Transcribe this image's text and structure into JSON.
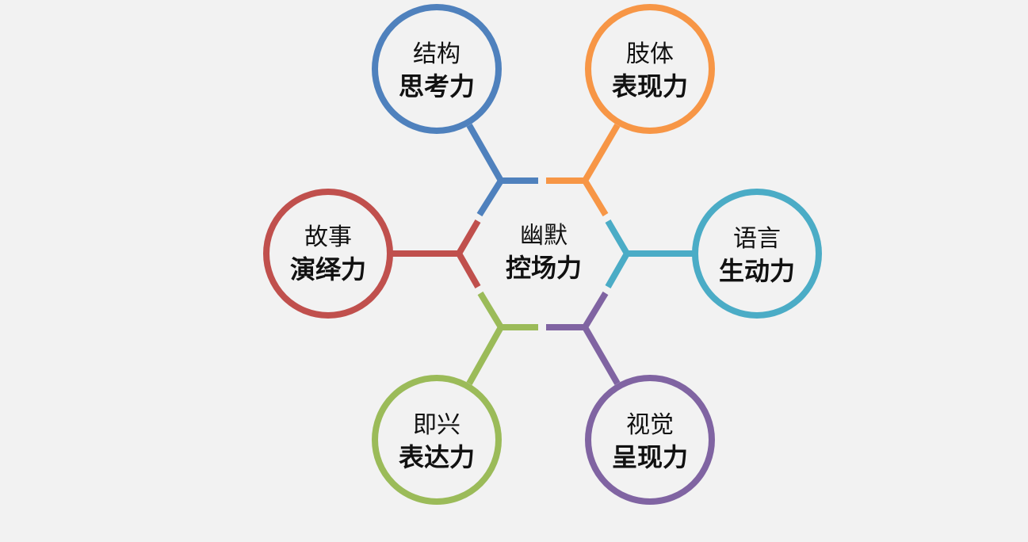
{
  "center": {
    "line1": "幽默",
    "line2": "控场力"
  },
  "nodes": [
    {
      "id": "structure",
      "line1": "结构",
      "line2": "思考力",
      "color": "#4f81bd"
    },
    {
      "id": "body",
      "line1": "肢体",
      "line2": "表现力",
      "color": "#f79646"
    },
    {
      "id": "language",
      "line1": "语言",
      "line2": "生动力",
      "color": "#4bacc6"
    },
    {
      "id": "visual",
      "line1": "视觉",
      "line2": "呈现力",
      "color": "#8064a2"
    },
    {
      "id": "improv",
      "line1": "即兴",
      "line2": "表达力",
      "color": "#9bbb59"
    },
    {
      "id": "story",
      "line1": "故事",
      "line2": "演绎力",
      "color": "#c0504d"
    }
  ]
}
